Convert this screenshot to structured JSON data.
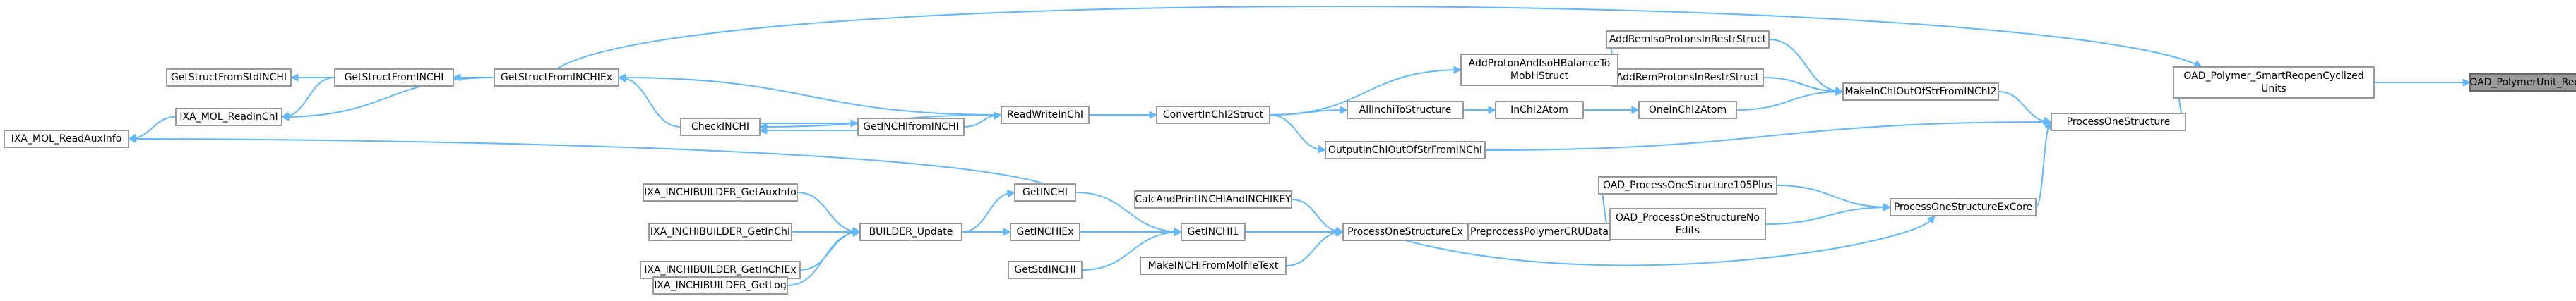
{
  "diagram": {
    "type": "call-graph",
    "direction": "right-to-left",
    "colors": {
      "node_fill": "#ffffff",
      "node_border": "#999999",
      "highlight_fill": "#999999",
      "edge": "#63b8ff"
    },
    "nodes": [
      {
        "id": "target",
        "lines": [
          "OAD_PolymerUnit_ReopenCyclized"
        ],
        "highlight": true
      },
      {
        "id": "smart",
        "lines": [
          "OAD_Polymer_SmartReopenCyclized",
          "Units"
        ]
      },
      {
        "id": "pos",
        "lines": [
          "ProcessOneStructure"
        ]
      },
      {
        "id": "posexc",
        "lines": [
          "ProcessOneStructureExCore"
        ]
      },
      {
        "id": "make",
        "lines": [
          "MakeInChIOutOfStrFromINChI2"
        ]
      },
      {
        "id": "addremiso",
        "lines": [
          "AddRemIsoProtonsInRestrStruct"
        ]
      },
      {
        "id": "addremprot",
        "lines": [
          "AddRemProtonsInRestrStruct"
        ]
      },
      {
        "id": "oneinchi",
        "lines": [
          "OneInChI2Atom"
        ]
      },
      {
        "id": "addproton",
        "lines": [
          "AddProtonAndIsoHBalanceTo",
          "MobHStruct"
        ]
      },
      {
        "id": "inchi2atom",
        "lines": [
          "InChI2Atom"
        ]
      },
      {
        "id": "oad105",
        "lines": [
          "OAD_ProcessOneStructure105Plus"
        ]
      },
      {
        "id": "oadnoedits",
        "lines": [
          "OAD_ProcessOneStructureNo",
          "Edits"
        ]
      },
      {
        "id": "prep",
        "lines": [
          "PreprocessPolymerCRUData"
        ]
      },
      {
        "id": "allinchi",
        "lines": [
          "AllInchiToStructure"
        ]
      },
      {
        "id": "outinchi",
        "lines": [
          "OutputInChIOutOfStrFromINChI"
        ]
      },
      {
        "id": "posex",
        "lines": [
          "ProcessOneStructureEx"
        ]
      },
      {
        "id": "convert",
        "lines": [
          "ConvertInChI2Struct"
        ]
      },
      {
        "id": "calcandprint",
        "lines": [
          "CalcAndPrintINCHIAndINCHIKEY"
        ]
      },
      {
        "id": "getinchi1",
        "lines": [
          "GetINCHI1"
        ]
      },
      {
        "id": "makemol",
        "lines": [
          "MakeINCHIFromMolfileText"
        ]
      },
      {
        "id": "readwrite",
        "lines": [
          "ReadWriteInChI"
        ]
      },
      {
        "id": "getinchi",
        "lines": [
          "GetINCHI"
        ]
      },
      {
        "id": "getinchiex",
        "lines": [
          "GetINCHIEx"
        ]
      },
      {
        "id": "getstdinchi",
        "lines": [
          "GetStdINCHI"
        ]
      },
      {
        "id": "getinchifrom",
        "lines": [
          "GetINCHIfromINCHI"
        ]
      },
      {
        "id": "checkinchi",
        "lines": [
          "CheckINCHI"
        ]
      },
      {
        "id": "builder",
        "lines": [
          "BUILDER_Update"
        ]
      },
      {
        "id": "gsfinchiex",
        "lines": [
          "GetStructFromINCHIEx"
        ]
      },
      {
        "id": "ixa_getaux",
        "lines": [
          "IXA_INCHIBUILDER_GetAuxInfo"
        ]
      },
      {
        "id": "ixa_getinchi",
        "lines": [
          "IXA_INCHIBUILDER_GetInChI"
        ]
      },
      {
        "id": "ixa_getinchiex",
        "lines": [
          "IXA_INCHIBUILDER_GetInChIEx"
        ]
      },
      {
        "id": "ixa_getlog",
        "lines": [
          "IXA_INCHIBUILDER_GetLog"
        ]
      },
      {
        "id": "gsfinchi",
        "lines": [
          "GetStructFromINCHI"
        ]
      },
      {
        "id": "gsfstd",
        "lines": [
          "GetStructFromStdINCHI"
        ]
      },
      {
        "id": "ixa_mol_read",
        "lines": [
          "IXA_MOL_ReadInChI"
        ]
      },
      {
        "id": "ixa_mol_aux",
        "lines": [
          "IXA_MOL_ReadAuxInfo"
        ]
      }
    ],
    "edges": [
      [
        "smart",
        "target"
      ],
      [
        "pos",
        "smart"
      ],
      [
        "gsfinchiex",
        "smart"
      ],
      [
        "make",
        "pos"
      ],
      [
        "outinchi",
        "pos"
      ],
      [
        "posexc",
        "pos"
      ],
      [
        "addremiso",
        "make"
      ],
      [
        "addremprot",
        "make"
      ],
      [
        "oneinchi",
        "make"
      ],
      [
        "addproton",
        "addremiso"
      ],
      [
        "addproton",
        "addremprot"
      ],
      [
        "inchi2atom",
        "oneinchi"
      ],
      [
        "allinchi",
        "inchi2atom"
      ],
      [
        "convert",
        "addproton"
      ],
      [
        "convert",
        "allinchi"
      ],
      [
        "convert",
        "outinchi"
      ],
      [
        "readwrite",
        "convert"
      ],
      [
        "oad105",
        "posexc"
      ],
      [
        "oadnoedits",
        "posexc"
      ],
      [
        "posex",
        "posexc"
      ],
      [
        "prep",
        "oad105"
      ],
      [
        "prep",
        "oadnoedits"
      ],
      [
        "posex",
        "prep"
      ],
      [
        "calcandprint",
        "posex"
      ],
      [
        "getinchi1",
        "posex"
      ],
      [
        "makemol",
        "posex"
      ],
      [
        "getinchi",
        "getinchi1"
      ],
      [
        "getinchiex",
        "getinchi1"
      ],
      [
        "getstdinchi",
        "getinchi1"
      ],
      [
        "builder",
        "getinchi"
      ],
      [
        "builder",
        "getinchiex"
      ],
      [
        "ixa_getaux",
        "builder"
      ],
      [
        "ixa_getinchi",
        "builder"
      ],
      [
        "ixa_getinchiex",
        "builder"
      ],
      [
        "ixa_getlog",
        "builder"
      ],
      [
        "getinchifrom",
        "readwrite"
      ],
      [
        "checkinchi",
        "getinchifrom"
      ],
      [
        "getinchifrom",
        "checkinchi"
      ],
      [
        "readwrite",
        "checkinchi"
      ],
      [
        "readwrite",
        "gsfinchiex"
      ],
      [
        "checkinchi",
        "gsfinchiex"
      ],
      [
        "gsfinchiex",
        "gsfinchi"
      ],
      [
        "gsfinchi",
        "gsfstd"
      ],
      [
        "gsfinchi",
        "ixa_mol_read"
      ],
      [
        "gsfinchiex",
        "ixa_mol_read"
      ],
      [
        "ixa_mol_read",
        "ixa_mol_aux"
      ],
      [
        "getinchi",
        "ixa_mol_aux"
      ]
    ]
  }
}
